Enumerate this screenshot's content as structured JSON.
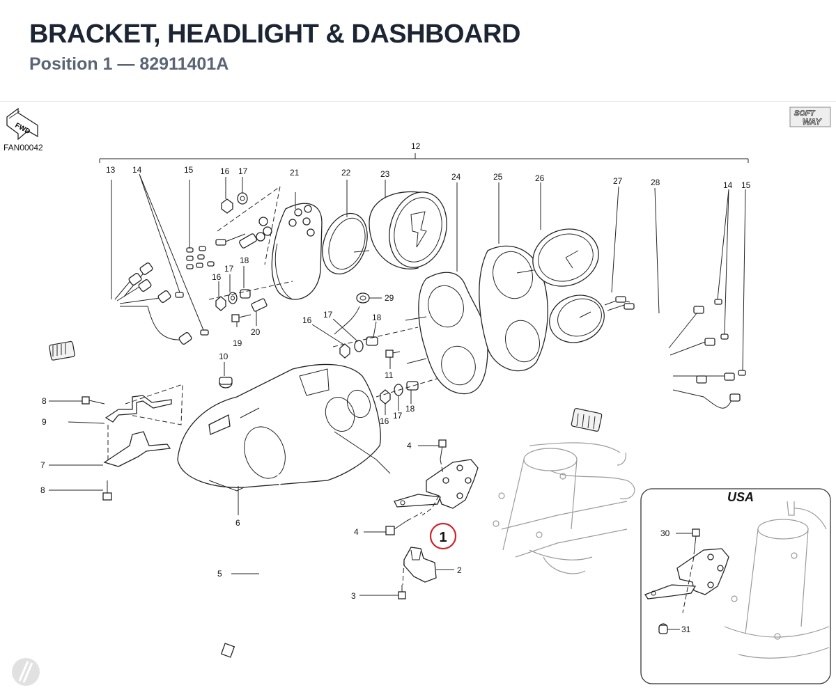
{
  "header": {
    "title": "BRACKET, HEADLIGHT & DASHBOARD",
    "subtitle": "Position 1 — 82911401A"
  },
  "diagram": {
    "drawing_code": "FAN00042",
    "fwd_label": "FWD",
    "logo_text_top": "SOFT",
    "logo_text_bottom": "WAY",
    "inset_title": "USA",
    "highlighted_position": "1",
    "callouts": {
      "c1": "1",
      "c2": "2",
      "c3": "3",
      "c4a": "4",
      "c4b": "4",
      "c5": "5",
      "c6": "6",
      "c7": "7",
      "c8a": "8",
      "c8b": "8",
      "c9": "9",
      "c10": "10",
      "c11": "11",
      "c12": "12",
      "c13": "13",
      "c14a": "14",
      "c14b": "14",
      "c15a": "15",
      "c15b": "15",
      "c16a": "16",
      "c16b": "16",
      "c16c": "16",
      "c16d": "16",
      "c17a": "17",
      "c17b": "17",
      "c17c": "17",
      "c17d": "17",
      "c18a": "18",
      "c18b": "18",
      "c18c": "18",
      "c19": "19",
      "c20": "20",
      "c21": "21",
      "c22": "22",
      "c23": "23",
      "c24": "24",
      "c25": "25",
      "c26": "26",
      "c27": "27",
      "c28": "28",
      "c29": "29",
      "c30": "30",
      "c31": "31"
    },
    "colors": {
      "line": "#222222",
      "frame": "#9a9a9a",
      "highlight": "#d0202a",
      "title": "#1c2533",
      "subtitle": "#5a6475"
    },
    "icons": [
      "fwd-arrow-icon",
      "softway-logo",
      "page-corner-icon"
    ]
  }
}
